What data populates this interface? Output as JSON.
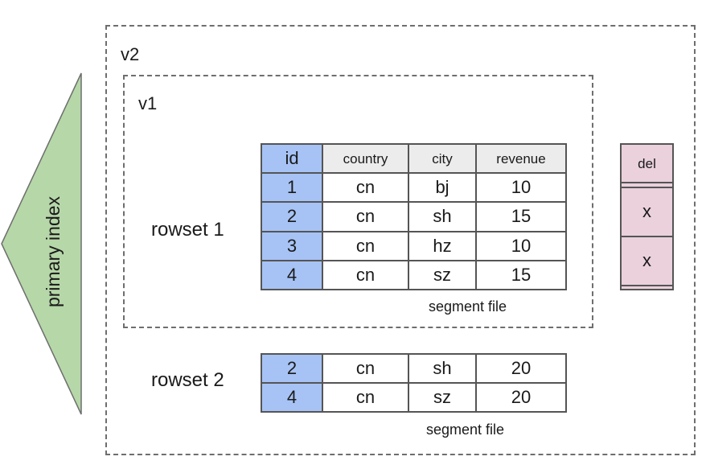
{
  "labels": {
    "v2": "v2",
    "v1": "v1",
    "primary_index": "primary index",
    "rowset1": "rowset 1",
    "rowset2": "rowset 2",
    "segment_file_1": "segment file",
    "segment_file_2": "segment file"
  },
  "rowset1_table": {
    "headers": [
      "id",
      "country",
      "city",
      "revenue"
    ],
    "rows": [
      [
        "1",
        "cn",
        "bj",
        "10"
      ],
      [
        "2",
        "cn",
        "sh",
        "15"
      ],
      [
        "3",
        "cn",
        "hz",
        "10"
      ],
      [
        "4",
        "cn",
        "sz",
        "15"
      ]
    ]
  },
  "delete_vector": {
    "header": "del",
    "cells": [
      "",
      "x",
      "x",
      ""
    ]
  },
  "rowset2_table": {
    "rows": [
      [
        "2",
        "cn",
        "sh",
        "20"
      ],
      [
        "4",
        "cn",
        "sz",
        "20"
      ]
    ]
  },
  "colors": {
    "id_column": "#a7c3f5",
    "header_row": "#ececec",
    "delete_vector": "#ead1dc",
    "primary_index": "#b6d7a8"
  }
}
